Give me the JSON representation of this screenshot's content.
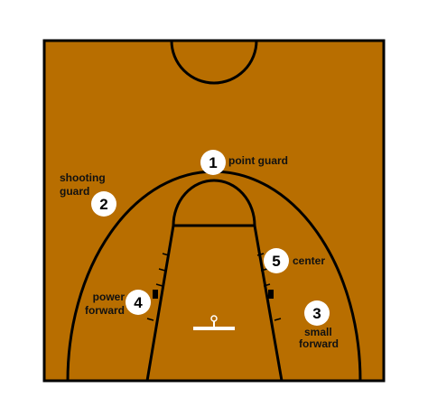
{
  "colors": {
    "court": "#B86E00",
    "line": "#000000",
    "player_fill": "#FFFFFF",
    "backboard": "#FFFFFF"
  },
  "positions": [
    {
      "number": "1",
      "label_lines": [
        "point guard"
      ]
    },
    {
      "number": "2",
      "label_lines": [
        "shooting",
        "guard"
      ]
    },
    {
      "number": "3",
      "label_lines": [
        "small",
        "forward"
      ]
    },
    {
      "number": "4",
      "label_lines": [
        "power",
        "forward"
      ]
    },
    {
      "number": "5",
      "label_lines": [
        "center"
      ]
    }
  ]
}
